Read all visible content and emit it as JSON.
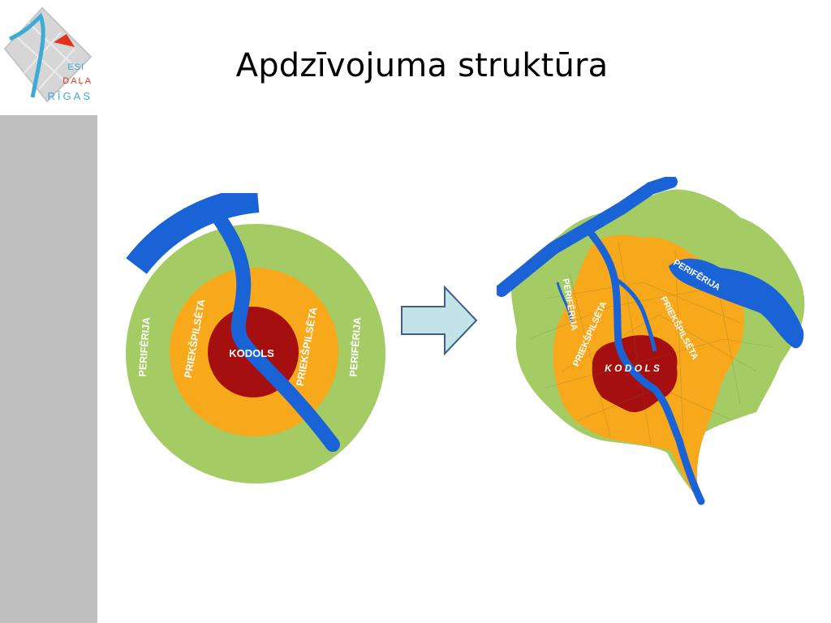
{
  "slide": {
    "title": "Apdzīvojuma struktūra"
  },
  "logo": {
    "line1": "ESI",
    "line2": "DAĻA",
    "line3": "RĪGAS"
  },
  "diagram": {
    "periphery_left": "PERIFĒRIJA",
    "suburb_left": "PRIEKŠPILSĒTA",
    "core": "KODOLS",
    "suburb_right": "PRIEKŠPILSĒTA",
    "periphery_right": "PERIFĒRIJA"
  },
  "map": {
    "periphery_north": "PERIFĒRIJA",
    "suburb_west": "PRIEKŠPILSĒTA",
    "core": "K O D O L S",
    "suburb_east": "PRIEKŠPILSĒTA",
    "periphery_east": "PERIFĒRIJA"
  },
  "colors": {
    "periphery": "#a5cb64",
    "suburb": "#f7a81b",
    "core": "#a50f0f",
    "river": "#1a63d6",
    "arrow": "#c3e3e8",
    "sidebar": "#bfbfbf"
  }
}
